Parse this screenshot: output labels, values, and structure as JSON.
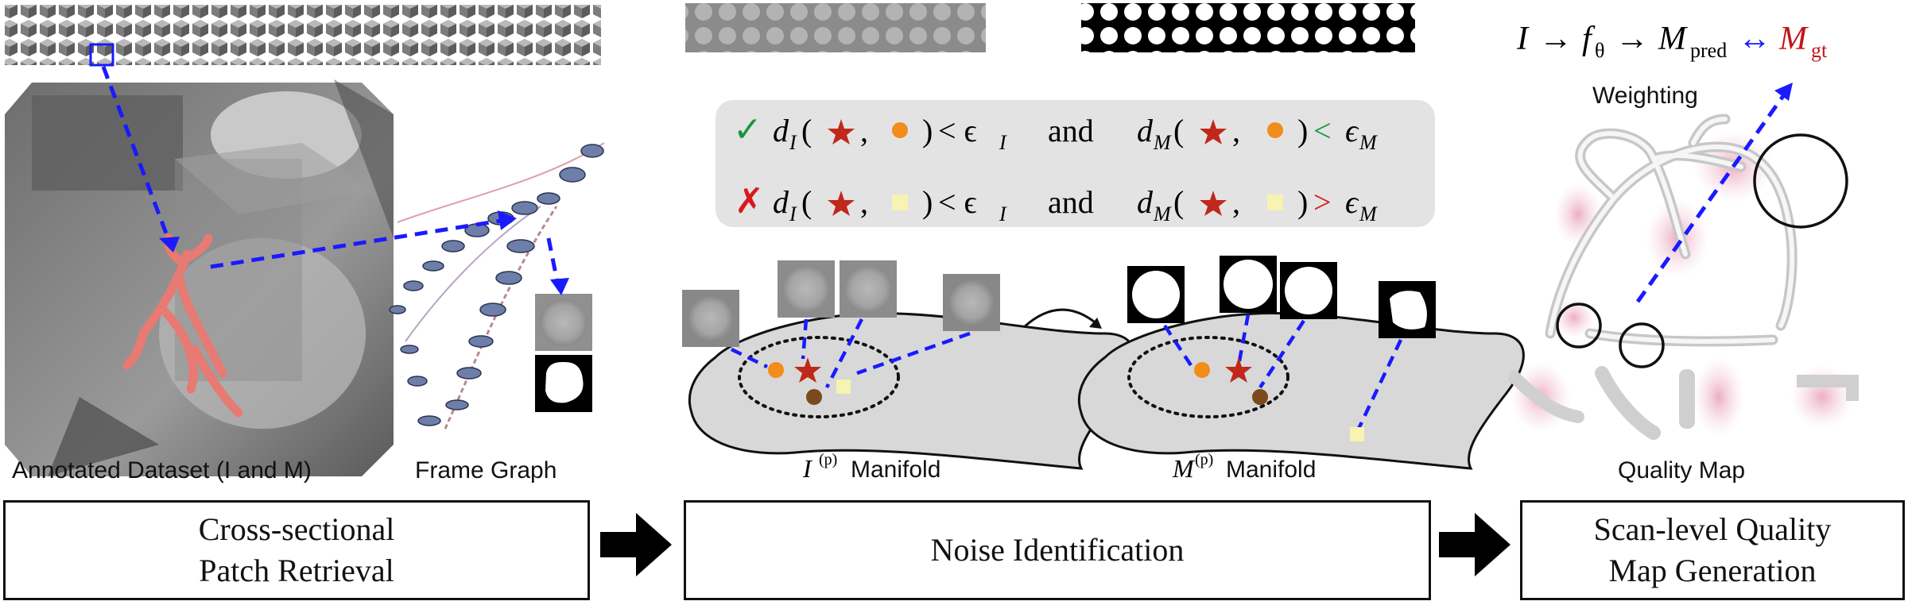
{
  "left": {
    "dataset_label": "Annotated Dataset (I and M)",
    "frame_graph_label": "Frame Graph",
    "step_line1": "Cross-sectional",
    "step_line2": "Patch Retrieval"
  },
  "middle": {
    "rule1": {
      "mark": "✓",
      "d1": "d",
      "d1_sub": "I",
      "lt1": "< ϵ",
      "eps1_sub": "I",
      "and": "and",
      "d2": "d",
      "d2_sub": "M",
      "cmp2": "<",
      "eps2": "ϵ",
      "eps2_sub": "M"
    },
    "rule2": {
      "mark": "✗",
      "d1": "d",
      "d1_sub": "I",
      "lt1": "< ϵ",
      "eps1_sub": "I",
      "and": "and",
      "d2": "d",
      "d2_sub": "M",
      "cmp2": ">",
      "eps2": "ϵ",
      "eps2_sub": "M"
    },
    "manifold_i_sym": "I",
    "manifold_i_sup": "(p)",
    "manifold_i_word": "Manifold",
    "manifold_m_sym": "M",
    "manifold_m_sup": "(p)",
    "manifold_m_word": "Manifold",
    "step_label": "Noise Identification"
  },
  "right": {
    "formula": {
      "i": "I",
      "arrow1": "→",
      "f": "f",
      "f_sub": "θ",
      "arrow2": "→",
      "m": "M",
      "m_sub": "pred",
      "arrow3": "↔",
      "mgt": "M",
      "mgt_sub": "gt"
    },
    "weighting_label": "Weighting",
    "quality_map_label": "Quality Map",
    "step_line1": "Scan-level Quality",
    "step_line2": "Map Generation"
  },
  "colors": {
    "check": "#1a9641",
    "cross": "#d7191c",
    "star": "#c0281b",
    "orange": "#f28c1a",
    "brown": "#7a4a1c",
    "yellow": "#f7f3b0",
    "dash_blue": "#1a1aff",
    "vessel": "#e77a72",
    "gt_red": "#c0181b"
  }
}
